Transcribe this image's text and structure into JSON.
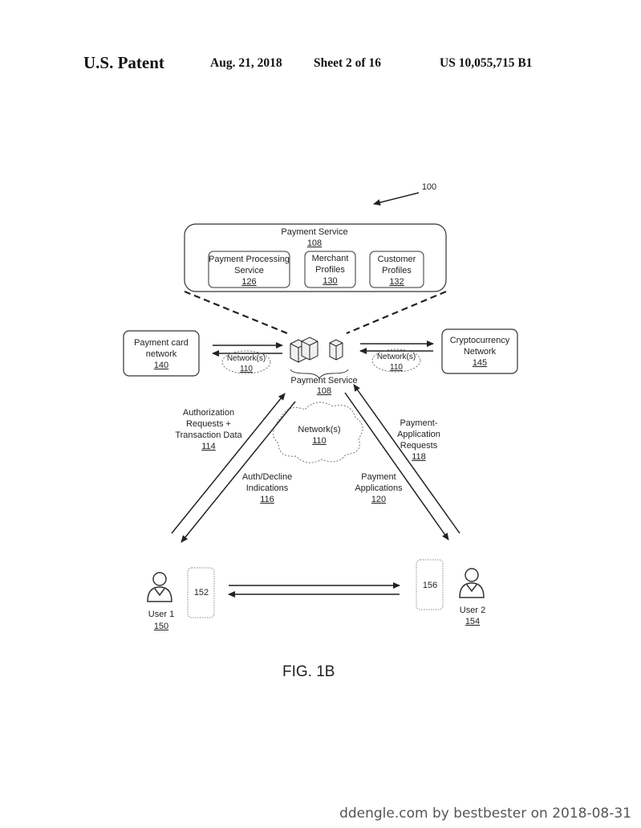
{
  "header": {
    "left": "U.S. Patent",
    "date": "Aug. 21, 2018",
    "sheet": "Sheet 2 of 16",
    "number": "US 10,055,715 B1"
  },
  "diagram": {
    "ref_system": "100",
    "payment_service_top": {
      "title": "Payment Service",
      "ref": "108"
    },
    "modules": [
      {
        "name": "Payment Processing Service",
        "line1": "Payment Processing",
        "line2": "Service",
        "ref": "126"
      },
      {
        "name": "Merchant Profiles",
        "line1": "Merchant",
        "line2": "Profiles",
        "ref": "130"
      },
      {
        "name": "Customer Profiles",
        "line1": "Customer",
        "line2": "Profiles",
        "ref": "132"
      }
    ],
    "payment_card_network": {
      "line1": "Payment card",
      "line2": "network",
      "ref": "140"
    },
    "crypto_network": {
      "line1": "Cryptocurrency",
      "line2": "Network",
      "ref": "145"
    },
    "network_left": {
      "label": "Network(s)",
      "ref": "110"
    },
    "network_right": {
      "label": "Network(s)",
      "ref": "110"
    },
    "network_center": {
      "label": "Network(s)",
      "ref": "110"
    },
    "payment_service_center": {
      "label": "Payment Service",
      "ref": "108"
    },
    "auth_requests": {
      "line1": "Authorization",
      "line2": "Requests +",
      "line3": "Transaction Data",
      "ref": "114"
    },
    "auth_decline": {
      "line1": "Auth/Decline",
      "line2": "Indications",
      "ref": "116"
    },
    "payment_app_requests": {
      "line1": "Payment-",
      "line2": "Application",
      "line3": "Requests",
      "ref": "118"
    },
    "payment_applications": {
      "line1": "Payment",
      "line2": "Applications",
      "ref": "120"
    },
    "user1": {
      "label": "User 1",
      "ref": "150",
      "device": "152"
    },
    "user2": {
      "label": "User 2",
      "ref": "154",
      "device": "156"
    }
  },
  "figure_label": "FIG. 1B",
  "watermark": "ddengle.com by bestbester on 2018-08-31"
}
